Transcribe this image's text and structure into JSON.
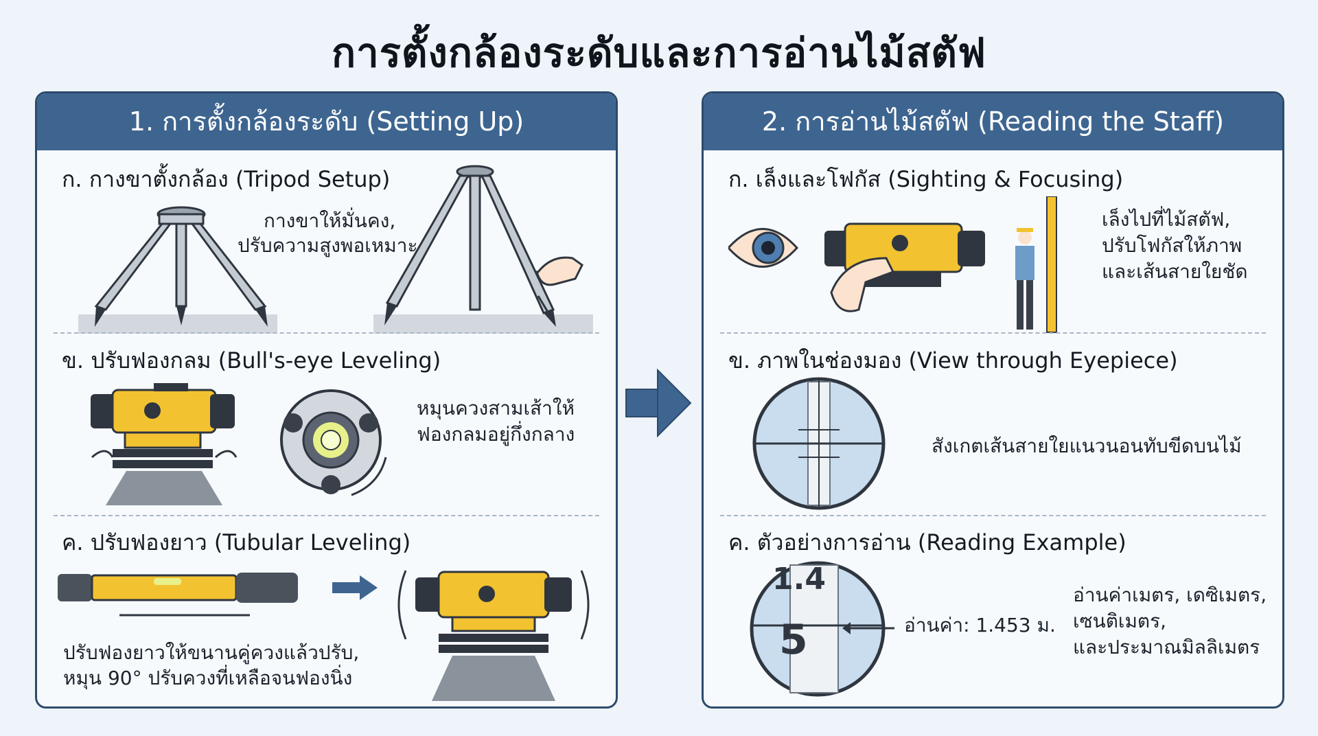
{
  "title": "การตั้งกล้องระดับและการอ่านไม้สตัฟ",
  "panel_left": {
    "header": "1. การตั้งกล้องระดับ (Setting Up)",
    "step_a": {
      "title": "ก. กางขาตั้งกล้อง (Tripod Setup)",
      "desc_line1": "กางขาให้มั่นคง,",
      "desc_line2": "ปรับความสูงพอเหมาะ"
    },
    "step_b": {
      "title": "ข. ปรับฟองกลม (Bull's-eye Leveling)",
      "desc_line1": "หมุนควงสามเส้าให้",
      "desc_line2": "ฟองกลมอยู่กึ่งกลาง"
    },
    "step_c": {
      "title": "ค. ปรับฟองยาว (Tubular Leveling)",
      "desc_line1": "ปรับฟองยาวให้ขนานคู่ควงแล้วปรับ,",
      "desc_line2": "หมุน 90° ปรับควงที่เหลือจนฟองนิ่ง"
    }
  },
  "panel_right": {
    "header": "2. การอ่านไม้สตัฟ (Reading the Staff)",
    "step_a": {
      "title": "ก. เล็งและโฟกัส (Sighting & Focusing)",
      "desc_line1": "เล็งไปที่ไม้สตัฟ,",
      "desc_line2": "ปรับโฟกัสให้ภาพ",
      "desc_line3": "และเส้นสายใยชัด"
    },
    "step_b": {
      "title": "ข. ภาพในช่องมอง (View through Eyepiece)",
      "desc": "สังเกตเส้นสายใยแนวนอนทับขีดบนไม้"
    },
    "step_c": {
      "title": "ค. ตัวอย่างการอ่าน (Reading Example)",
      "staff_label_top": "1.4",
      "staff_label_bottom": "5",
      "reading": "อ่านค่า: 1.453 ม.",
      "desc_line1": "อ่านค่าเมตร, เดซิเมตร,",
      "desc_line2": "เซนติเมตร,",
      "desc_line3": "และประมาณมิลลิเมตร"
    }
  },
  "colors": {
    "header_bg": "#3e6590",
    "border": "#2d4a6c",
    "instrument_yellow": "#f2c230",
    "instrument_dark": "#2f3640",
    "arrow": "#3e6590"
  }
}
